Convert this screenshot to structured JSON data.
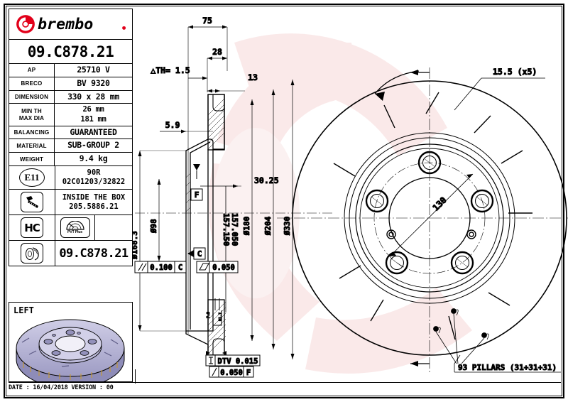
{
  "brand": {
    "name": "brembo",
    "mark": "brembo-logo"
  },
  "part_number": "09.C878.21",
  "part_number_bottom": "09.C878.21",
  "spec_table": [
    {
      "label": "AP",
      "value": "25710 V"
    },
    {
      "label": "BRECO",
      "value": "BV 9320"
    },
    {
      "label": "DIMENSION",
      "value": "330 x 28 mm"
    },
    {
      "label": "MIN TH",
      "label2": "MAX DIA",
      "value": "26 mm",
      "value2": "181 mm"
    },
    {
      "label": "BALANCING",
      "value": "GUARANTEED"
    },
    {
      "label": "MATERIAL",
      "value": "SUB-GROUP 2"
    },
    {
      "label": "WEIGHT",
      "value": "9.4 kg"
    }
  ],
  "homologation": {
    "icon": "e11-circle-icon",
    "mark": "E11",
    "line1": "90R",
    "line2": "02C01203/32822"
  },
  "in_box": {
    "icon": "screw-icon",
    "line1": "INSIDE THE BOX",
    "line2": "205.5886.21"
  },
  "badges": {
    "hc": "HC",
    "pvt": "PVT Plus",
    "pvt_icon": "pvt-plus-icon"
  },
  "side_row": {
    "icon": "brake-disc-icon",
    "value": "09.C878.21"
  },
  "view_3d": {
    "label": "LEFT",
    "icon": "disc-3d-render"
  },
  "footer": {
    "text": "DATE : 16/04/2018 VERSION : 00"
  },
  "section_view": {
    "dim_75": "75",
    "dim_28": "28",
    "dim_13": "13",
    "dim_th": "△TH= 1.5",
    "dim_59": "5.9",
    "dim_3025": "30.25",
    "dia_1683": "Ø168.3",
    "dia_98": "Ø98",
    "dia_180": "Ø180",
    "dia_204": "Ø204",
    "dia_330": "Ø330",
    "tol_157_hi": "157.150",
    "tol_157_lo": "157.050",
    "datum_f": "F",
    "datum_c": "C",
    "gdt_parallel": "0.100",
    "gdt_parallel_ref": "C",
    "gdt_flat": "0.050",
    "gdt_dtv": "DTV 0.015",
    "gdt_runout": "0.050",
    "gdt_runout_ref": "F"
  },
  "face_view": {
    "slot_note": "15.5 (x5)",
    "bolt_circle": "130",
    "pillars": "93 PILLARS (31+31+31)",
    "rotation_icon": "rotation-arrow"
  },
  "colors": {
    "brand_red": "#e2001a",
    "line": "#000000",
    "disc_3d": "#b3b1d4",
    "watermark": "#f2c9c9"
  }
}
